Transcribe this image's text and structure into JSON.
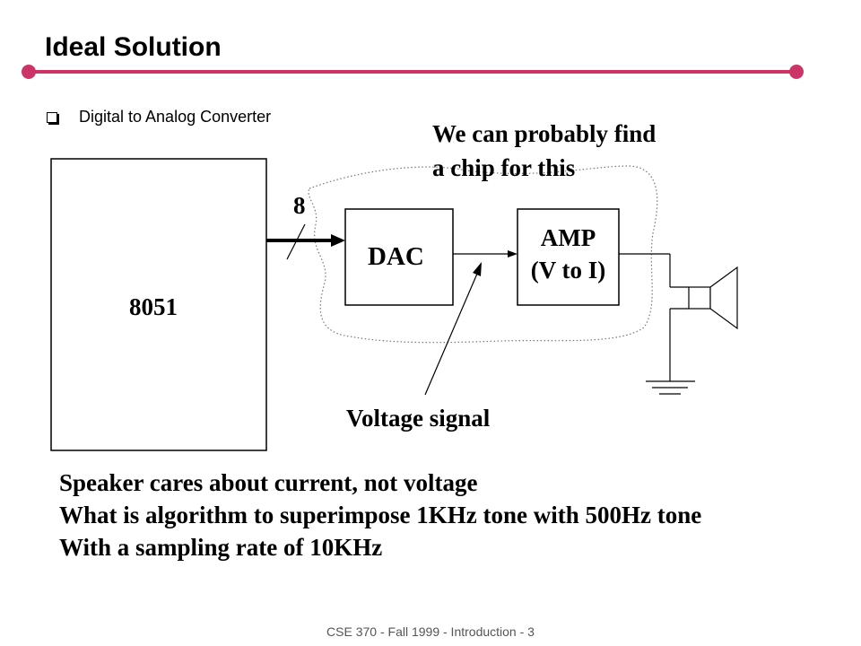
{
  "slide": {
    "title": "Ideal Solution",
    "bullet": "Digital to Analog Converter",
    "footer": "CSE 370 - Fall 1999 - Introduction - 3",
    "accent_color": "#cc3366"
  },
  "diagram": {
    "mcu_label": "8051",
    "bus_width_label": "8",
    "dac_label": "DAC",
    "amp_label_line1": "AMP",
    "amp_label_line2": "(V to I)",
    "note_line1": "We can probably find",
    "note_line2": "a chip for this",
    "voltage_label": "Voltage signal",
    "speaker_icon": "speaker-icon",
    "ground_icon": "ground-icon"
  },
  "text": {
    "line1": "Speaker cares about current, not voltage",
    "line2": "What is algorithm to superimpose 1KHz tone with 500Hz tone",
    "line3": "With a sampling rate of 10KHz"
  }
}
